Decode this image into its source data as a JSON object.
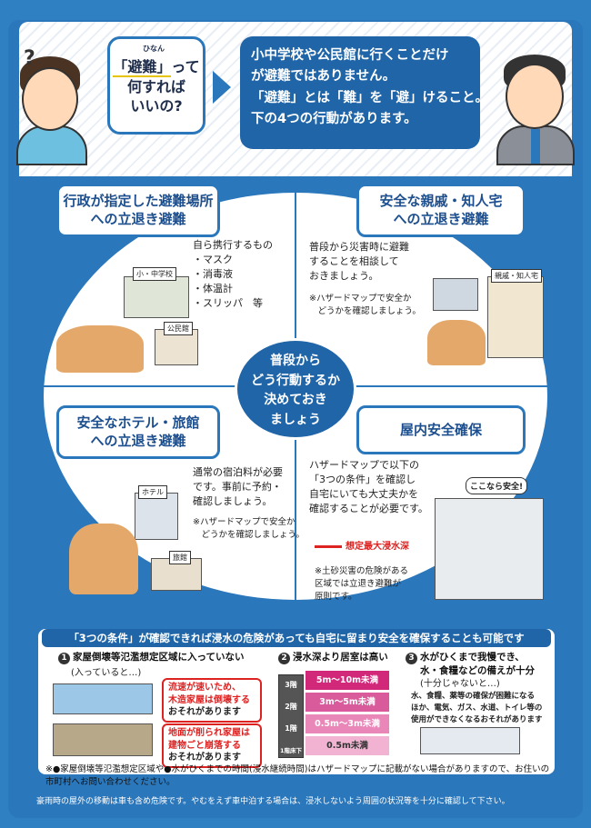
{
  "header": {
    "question_ruby": "ひなん",
    "question_word": "「避難」",
    "question_lines": [
      "って",
      "何すれば",
      "いいの?"
    ],
    "answer_lines": [
      "小中学校や公民館に行くことだけ",
      "が避難ではありません。",
      "「避難」とは「難」を「避」けること。",
      "下の4つの行動があります。"
    ]
  },
  "center": {
    "lines": [
      "普段から",
      "どう行動するか",
      "決めておき",
      "ましょう"
    ]
  },
  "quadrants": {
    "q1": {
      "title_lines": [
        "行政が指定した避難場所",
        "への立退き避難"
      ],
      "bring_title": "自ら携行するもの",
      "bring_items": [
        "・マスク",
        "・消毒液",
        "・体温計",
        "・スリッパ　等"
      ],
      "tag_school": "小・中学校",
      "tag_hall": "公民館"
    },
    "q2": {
      "title_lines": [
        "安全な親戚・知人宅",
        "への立退き避難"
      ],
      "body_lines": [
        "普段から災害時に避難",
        "することを相談して",
        "おきましょう。"
      ],
      "note_lines": [
        "※ハザードマップで安全か",
        "　どうかを確認しましょう。"
      ],
      "tag": "親戚・知人宅"
    },
    "q3": {
      "title_lines": [
        "安全なホテル・旅館",
        "への立退き避難"
      ],
      "body_lines": [
        "通常の宿泊料が必要",
        "です。事前に予約・",
        "確認しましょう。"
      ],
      "note_lines": [
        "※ハザードマップで安全か",
        "　どうかを確認しましょう。"
      ],
      "tag_hotel": "ホテル",
      "tag_inn": "旅館"
    },
    "q4": {
      "title": "屋内安全確保",
      "body_lines": [
        "ハザードマップで以下の",
        "「3つの条件」を確認し",
        "自宅にいても大丈夫かを",
        "確認することが必要です。"
      ],
      "legend": "想定最大浸水深",
      "note_lines": [
        "※土砂災害の危険がある",
        "区域では立退き避難が",
        "原則です。"
      ],
      "safe_bubble": "ここなら安全!"
    }
  },
  "conditions": {
    "header": "「3つの条件」が確認できれば浸水の危険があっても自宅に留まり安全を確保することも可能です",
    "c1": {
      "num": "1",
      "title": "家屋倒壊等氾濫想定区域に入っていない",
      "sub": "(入っていると…)",
      "warn1_red_lines": [
        "流速が速いため、",
        "木造家屋は倒壊する"
      ],
      "warn1_black": "おそれがあります",
      "warn2_red_lines": [
        "地面が削られ家屋は",
        "建物ごと崩落する"
      ],
      "warn2_black": "おそれがあります"
    },
    "c2": {
      "num": "2",
      "title": "浸水深より居室は高い",
      "floors": [
        "3階",
        "2階",
        "1階",
        "1階床下"
      ],
      "levels": [
        {
          "label": "5m〜10m未満",
          "color": "#d2287a"
        },
        {
          "label": "3m〜5m未満",
          "color": "#d95b9c"
        },
        {
          "label": "0.5m〜3m未満",
          "color": "#e887b8"
        },
        {
          "label": "0.5m未満",
          "color": "#f2b3d2"
        }
      ]
    },
    "c3": {
      "num": "3",
      "title_lines": [
        "水がひくまで我慢でき、",
        "水・食糧などの備えが十分"
      ],
      "sub": "(十分じゃないと…)",
      "body_lines": [
        "水、食糧、薬等の確保が困難になる",
        "ほか、電気、ガス、水道、トイレ等の",
        "使用ができなくなるおそれがあります"
      ]
    },
    "footnote": "※●家屋倒壊等氾濫想定区域や●水がひくまでの時間(浸水継続時間)はハザードマップに記載がない場合がありますので、お住いの市町村へお問い合わせください。"
  },
  "bottom_note": "豪雨時の屋外の移動は車も含め危険です。やむをえず車中泊する場合は、浸水しないよう周囲の状況等を十分に確認して下さい。",
  "colors": {
    "brand_blue": "#2b77bb",
    "dark_blue": "#1f65a8",
    "warn_red": "#d22222"
  }
}
